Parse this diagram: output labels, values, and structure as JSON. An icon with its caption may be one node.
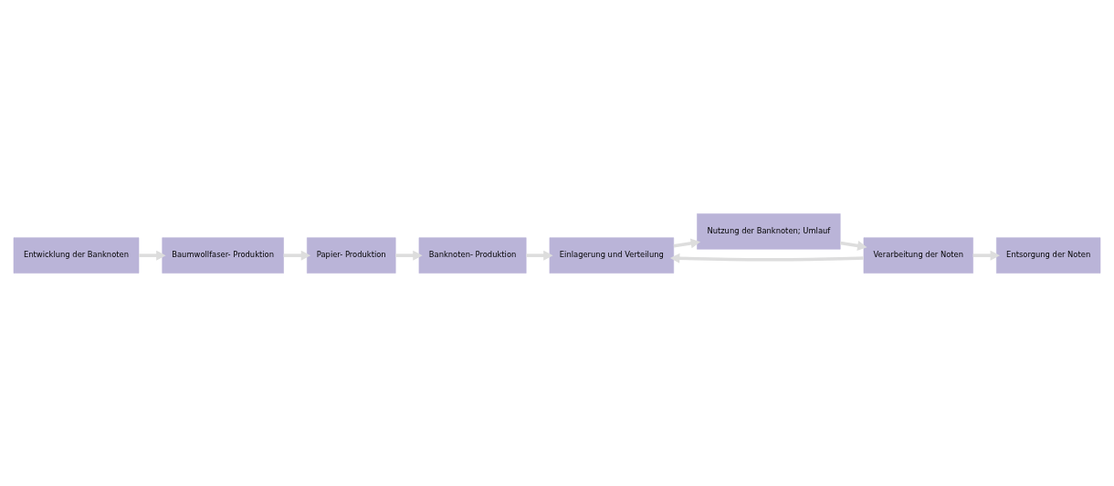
{
  "diagram": {
    "nodes": [
      {
        "text": [
          "Entwicklung der Banknoten"
        ]
      },
      {
        "text": [
          "Baumwollfaser- Produktion"
        ]
      },
      {
        "text": [
          "Papier- Produktion"
        ]
      },
      {
        "text": [
          "Banknoten- Produktion"
        ]
      },
      {
        "text": [
          "Einlagerung und Verteilung"
        ]
      },
      {
        "text": [
          "Nutzung der Banknoten; Umlauf"
        ]
      },
      {
        "text": [
          "Verarbeitung der Noten"
        ]
      },
      {
        "text": [
          "Entsorgung der Noten"
        ]
      }
    ],
    "edges": [
      {
        "from": 0,
        "to": 1,
        "arrow": "to"
      },
      {
        "from": 1,
        "to": 2,
        "arrow": "to"
      },
      {
        "from": 2,
        "to": 3,
        "arrow": "to"
      },
      {
        "from": 3,
        "to": 4,
        "arrow": "to"
      },
      {
        "from": 4,
        "to": 5,
        "arrow": "to"
      },
      {
        "from": 5,
        "to": 6,
        "arrow": "to"
      },
      {
        "from": 6,
        "to": 7,
        "arrow": "to"
      },
      {
        "from": 6,
        "to": 4,
        "arrow": "to"
      }
    ]
  }
}
